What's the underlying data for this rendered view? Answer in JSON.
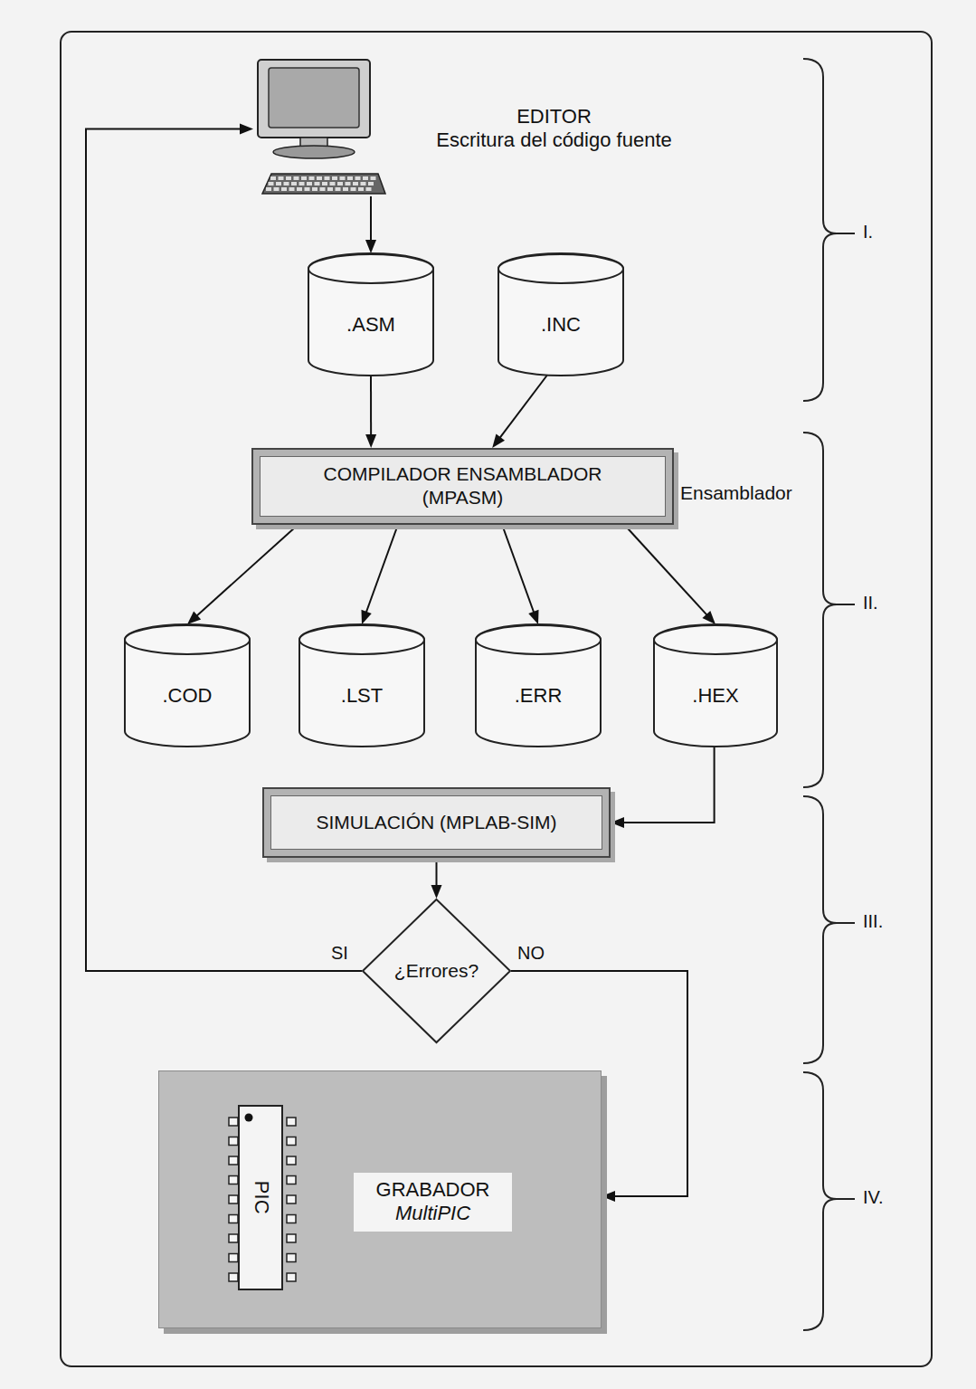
{
  "diagram": {
    "nodes": [
      {
        "text": [
          "EDITOR",
          "Escritura del código fuente"
        ]
      },
      {
        "text": [
          ".ASM"
        ]
      },
      {
        "text": [
          ".INC"
        ]
      },
      {
        "text": [
          "COMPILADOR ENSAMBLADOR (MPASM)"
        ]
      },
      {
        "text": [
          ".COD"
        ]
      },
      {
        "text": [
          ".LST"
        ]
      },
      {
        "text": [
          ".ERR"
        ]
      },
      {
        "text": [
          ".HEX"
        ]
      },
      {
        "text": [
          "SIMULACIÓN (MPLAB-SIM)"
        ]
      },
      {
        "text": [
          "¿Errores?"
        ]
      },
      {
        "text": [
          "GRABADOR",
          "MultiPIC"
        ]
      },
      {
        "text": [
          "PIC"
        ],
        "in": 10
      }
    ],
    "edges": [
      {
        "from": 0,
        "to": 1,
        "arrow": "to"
      },
      {
        "from": 1,
        "to": 3,
        "arrow": "to"
      },
      {
        "from": 2,
        "to": 3,
        "arrow": "to"
      },
      {
        "from": 3,
        "to": 4,
        "arrow": "to"
      },
      {
        "from": 3,
        "to": 5,
        "arrow": "to"
      },
      {
        "from": 3,
        "to": 6,
        "arrow": "to"
      },
      {
        "from": 3,
        "to": 7,
        "arrow": "to"
      },
      {
        "from": 7,
        "to": 8,
        "arrow": "to"
      },
      {
        "from": 8,
        "to": 9,
        "arrow": "to"
      },
      {
        "from": 9,
        "to": 0,
        "label": "SI",
        "arrow": "to"
      },
      {
        "from": 9,
        "to": 10,
        "label": "NO",
        "arrow": "to"
      }
    ],
    "labels": [
      "Ensamblador",
      "I.",
      "II.",
      "III.",
      "IV."
    ]
  }
}
